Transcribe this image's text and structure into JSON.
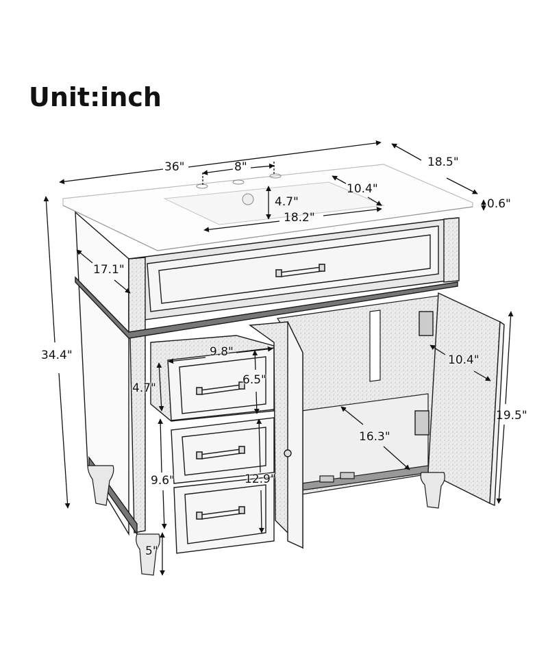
{
  "title": "Unit:inch",
  "dimensions": {
    "overall_width": "36\"",
    "faucet_spread": "8\"",
    "overall_depth": "18.5\"",
    "basin_depth": "10.4\"",
    "basin_height": "4.7\"",
    "basin_width": "18.2\"",
    "top_thickness": "0.6\"",
    "cabinet_depth": "17.1\"",
    "overall_height": "34.4\"",
    "drawer_width": "9.8\"",
    "drawer_front_height": "6.5\"",
    "drawer_box_height": "4.7\"",
    "door_panel_depth": "10.4\"",
    "door_height": "19.5\"",
    "cabinet_interior_depth": "16.3\"",
    "drawer_inner_depth": "9.6\"",
    "drawer_stack_height": "12.9\"",
    "leg_height": "5\""
  },
  "colors": {
    "line": "#1a1a1a",
    "fill_light": "#f4f4f4",
    "fill_mid": "#d9d9d9",
    "fill_dark": "#9a9a9a"
  }
}
